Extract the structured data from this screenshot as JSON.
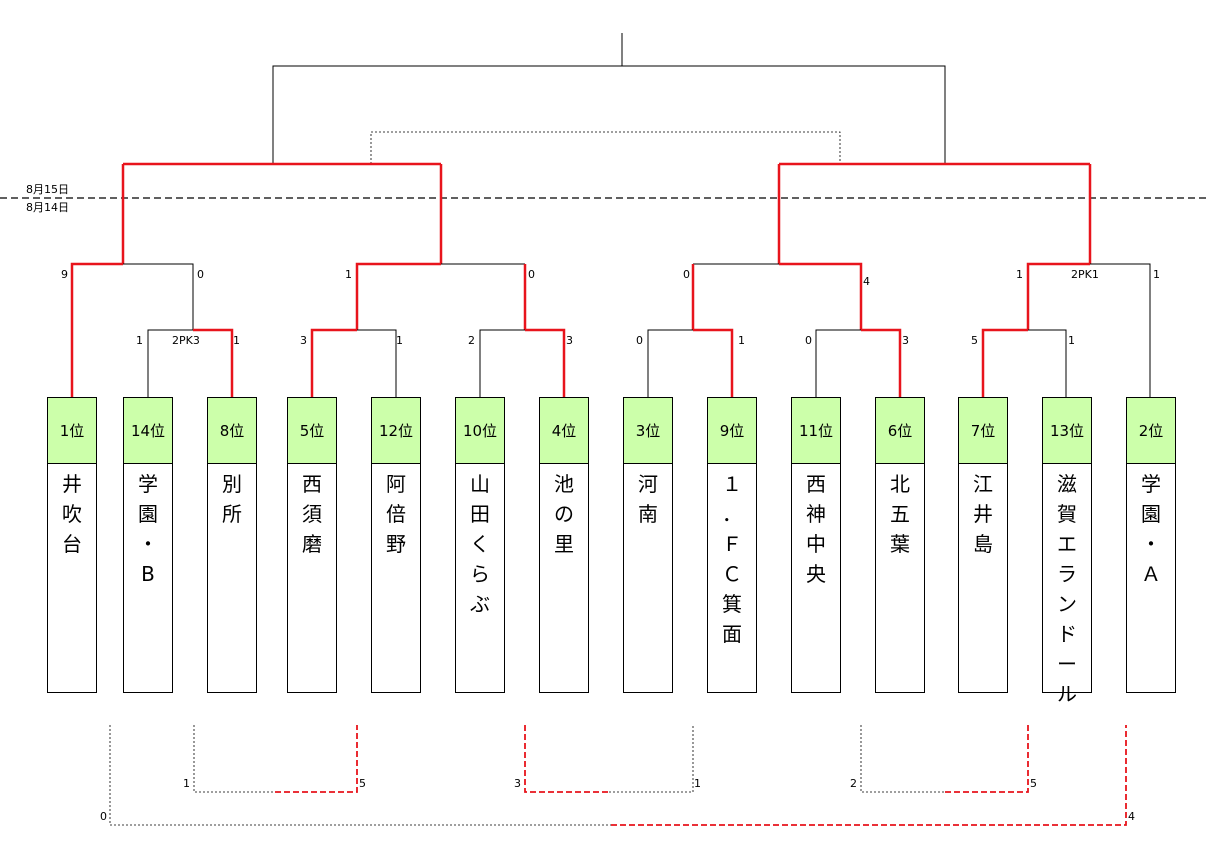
{
  "dates": {
    "upper": "8月15日",
    "lower": "8月14日"
  },
  "teams": [
    {
      "rank": "1位",
      "name": "井吹台"
    },
    {
      "rank": "14位",
      "name": "学園・B"
    },
    {
      "rank": "8位",
      "name": "別所"
    },
    {
      "rank": "5位",
      "name": "西須磨"
    },
    {
      "rank": "12位",
      "name": "阿倍野"
    },
    {
      "rank": "10位",
      "name": "山田くらぶ"
    },
    {
      "rank": "4位",
      "name": "池の里"
    },
    {
      "rank": "3位",
      "name": "河南"
    },
    {
      "rank": "9位",
      "name": "１．ＦＣ箕面"
    },
    {
      "rank": "11位",
      "name": "西神中央"
    },
    {
      "rank": "6位",
      "name": "北五葉"
    },
    {
      "rank": "7位",
      "name": "江井島"
    },
    {
      "rank": "13位",
      "name": "滋賀エランドール"
    },
    {
      "rank": "2位",
      "name": "学園・Ａ"
    }
  ],
  "scores": {
    "r1_m1_left": "1",
    "r1_m1_pk": "2PK3",
    "r1_m1_right": "1",
    "r1_m2_left": "3",
    "r1_m2_right": "1",
    "r1_m3_left": "2",
    "r1_m3_right": "3",
    "r1_m4_left": "0",
    "r1_m4_right": "1",
    "r1_m5_left": "0",
    "r1_m5_right": "3",
    "r1_m6_left": "5",
    "r1_m6_right": "1",
    "r2_m1_left": "9",
    "r2_m1_right": "0",
    "r2_m2_left": "1",
    "r2_m2_right": "0",
    "r2_m3_left": "0",
    "r2_m3_right": "4",
    "r2_m4_left": "1",
    "r2_m4_pk": "2PK1",
    "r2_m4_right": "1",
    "lower_m1_left": "1",
    "lower_m1_right": "5",
    "lower_m2_left": "3",
    "lower_m2_right": "1",
    "lower_m3_left": "2",
    "lower_m3_right": "5",
    "lower_final_left": "0",
    "lower_final_right": "4"
  },
  "colors": {
    "win": "#e8141c",
    "line": "#000000",
    "rank_bg": "#ccffaa"
  }
}
